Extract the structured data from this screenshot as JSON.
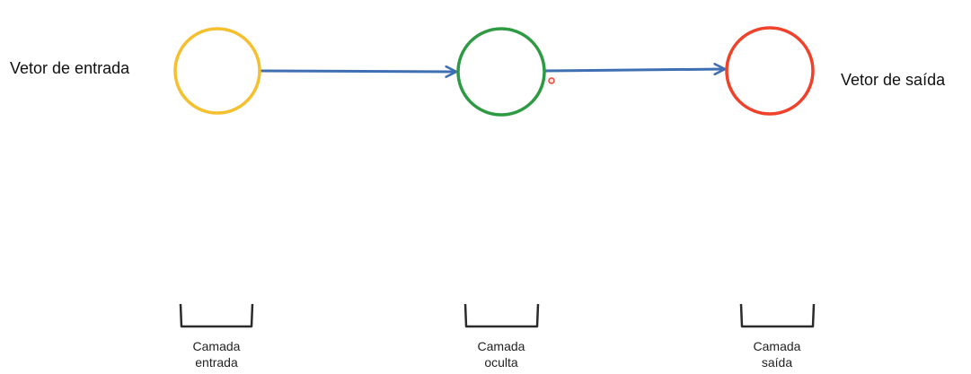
{
  "input_vector_label": "Vetor de entrada",
  "output_vector_label": "Vetor de saída",
  "layers": [
    {
      "line1": "Camada",
      "line2": "entrada",
      "color": "#F5C02E"
    },
    {
      "line1": "Camada",
      "line2": "oculta",
      "color": "#2E9A44"
    },
    {
      "line1": "Camada",
      "line2": "saída",
      "color": "#F0412A"
    }
  ],
  "arrow_color": "#3F6FB3",
  "bracket_color": "#2B2B2B",
  "marker_color": "#E8473A"
}
